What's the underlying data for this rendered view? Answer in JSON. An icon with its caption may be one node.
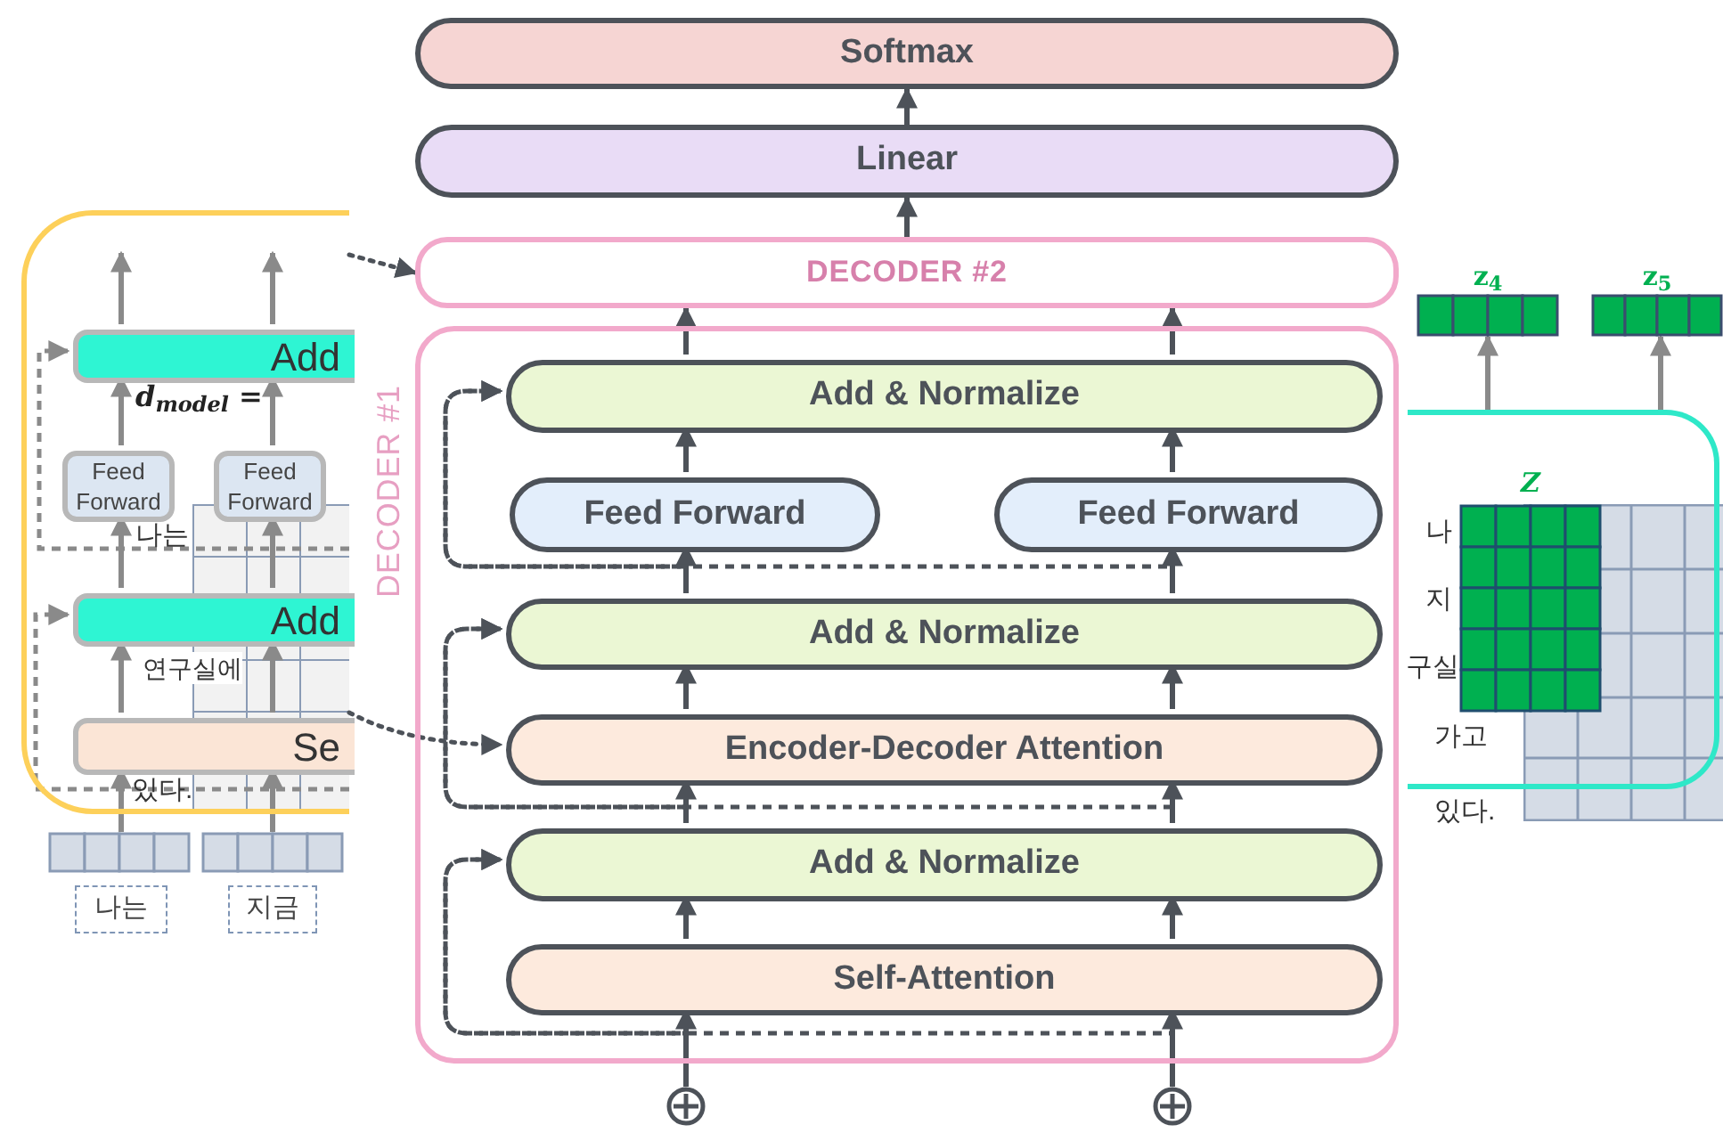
{
  "diagram": {
    "nodes": [
      {
        "text": [
          "Softmax"
        ]
      },
      {
        "text": [
          "Linear"
        ]
      },
      {
        "text": [
          "DECODER #2"
        ]
      },
      {
        "text": [
          "DECODER #1"
        ]
      },
      {
        "text": [
          "Add & Normalize"
        ],
        "in": 3
      },
      {
        "text": [
          "Feed Forward"
        ],
        "in": 3
      },
      {
        "text": [
          "Feed Forward"
        ],
        "in": 3
      },
      {
        "text": [
          "Add & Normalize"
        ],
        "in": 3
      },
      {
        "text": [
          "Encoder-Decoder Attention"
        ],
        "in": 3
      },
      {
        "text": [
          "Add & Normalize"
        ],
        "in": 3
      },
      {
        "text": [
          "Self-Attention"
        ],
        "in": 3
      },
      {
        "text": [],
        "shape": "circle"
      },
      {
        "text": [],
        "shape": "circle"
      },
      {
        "text": [],
        "shape": "box"
      },
      {
        "text": [
          "Add"
        ],
        "in": 13
      },
      {
        "text": [
          "Feed Forward"
        ],
        "in": 13
      },
      {
        "text": [
          "Feed Forward"
        ],
        "in": 13
      },
      {
        "text": [
          "Add"
        ],
        "in": 13
      },
      {
        "text": [
          "Se"
        ],
        "in": 13
      },
      {
        "text": [],
        "shape": "bar"
      },
      {
        "text": [],
        "shape": "bar"
      },
      {
        "text": [
          "나는"
        ]
      },
      {
        "text": [
          "지금"
        ]
      },
      {
        "text": [],
        "shape": "box"
      },
      {
        "text": [
          "Z"
        ],
        "in": 23
      },
      {
        "text": [
          "z$_{4}$"
        ]
      },
      {
        "text": [
          "z$_{5}$"
        ]
      }
    ],
    "edges": [
      {
        "from": 2,
        "to": 1,
        "arrow": "to"
      },
      {
        "from": 1,
        "to": 0,
        "arrow": "to"
      },
      {
        "from": 4,
        "to": 2,
        "arrow": "to"
      },
      {
        "from": 4,
        "to": 2,
        "arrow": "to"
      },
      {
        "from": 5,
        "to": 4,
        "arrow": "to"
      },
      {
        "from": 6,
        "to": 4,
        "arrow": "to"
      },
      {
        "from": 7,
        "to": 5,
        "arrow": "to"
      },
      {
        "from": 7,
        "to": 6,
        "arrow": "to"
      },
      {
        "from": 8,
        "to": 7,
        "arrow": "to"
      },
      {
        "from": 8,
        "to": 7,
        "arrow": "to"
      },
      {
        "from": 9,
        "to": 8,
        "arrow": "to"
      },
      {
        "from": 9,
        "to": 8,
        "arrow": "to"
      },
      {
        "from": 10,
        "to": 9,
        "arrow": "to"
      },
      {
        "from": 10,
        "to": 9,
        "arrow": "to"
      },
      {
        "from": 11,
        "to": 10,
        "arrow": "to"
      },
      {
        "from": 12,
        "to": 10,
        "arrow": "to"
      },
      {
        "from": 11,
        "to": 9,
        "arrow": "to",
        "style": "dashed"
      },
      {
        "from": 12,
        "to": 9,
        "arrow": "to",
        "style": "dashed"
      },
      {
        "from": 9,
        "to": 7,
        "arrow": "to",
        "style": "dashed"
      },
      {
        "from": 9,
        "to": 7,
        "arrow": "to",
        "style": "dashed"
      },
      {
        "from": 7,
        "to": 4,
        "arrow": "to",
        "style": "dashed"
      },
      {
        "from": 7,
        "to": 4,
        "arrow": "to",
        "style": "dashed"
      },
      {
        "from": 13,
        "to": 2,
        "arrow": "to",
        "style": "dashed"
      },
      {
        "from": 13,
        "to": 8,
        "arrow": "to",
        "style": "dashed"
      },
      {
        "from": 19,
        "to": 18,
        "arrow": "to",
        "color": "#8a8a8a"
      },
      {
        "from": 20,
        "to": 18,
        "arrow": "to",
        "color": "#8a8a8a"
      },
      {
        "from": 18,
        "to": 17,
        "arrow": "to",
        "color": "#8a8a8a"
      },
      {
        "from": 18,
        "to": 17,
        "arrow": "to",
        "color": "#8a8a8a"
      },
      {
        "from": 17,
        "to": 15,
        "arrow": "to",
        "color": "#8a8a8a"
      },
      {
        "from": 17,
        "to": 16,
        "arrow": "to",
        "color": "#8a8a8a"
      },
      {
        "from": 15,
        "to": 14,
        "arrow": "to",
        "color": "#8a8a8a"
      },
      {
        "from": 16,
        "to": 14,
        "arrow": "to",
        "color": "#8a8a8a"
      },
      {
        "from": 14,
        "to": null,
        "arrow": "to",
        "color": "#8a8a8a"
      },
      {
        "from": 14,
        "to": null,
        "arrow": "to",
        "color": "#8a8a8a"
      },
      {
        "from": null,
        "to": 14,
        "arrow": "to",
        "style": "dashed",
        "color": "#8a8a8a"
      },
      {
        "from": null,
        "to": 17,
        "arrow": "to",
        "style": "dashed",
        "color": "#8a8a8a"
      },
      {
        "from": 23,
        "to": 25,
        "arrow": "to",
        "color": "#8a8a8a"
      },
      {
        "from": 23,
        "to": 26,
        "arrow": "to",
        "color": "#8a8a8a"
      }
    ],
    "labels": [
      "d$_{model}$ =",
      "나는",
      "연구실에",
      "있다.",
      "나",
      "지",
      "구실",
      "가고",
      "있다."
    ]
  }
}
